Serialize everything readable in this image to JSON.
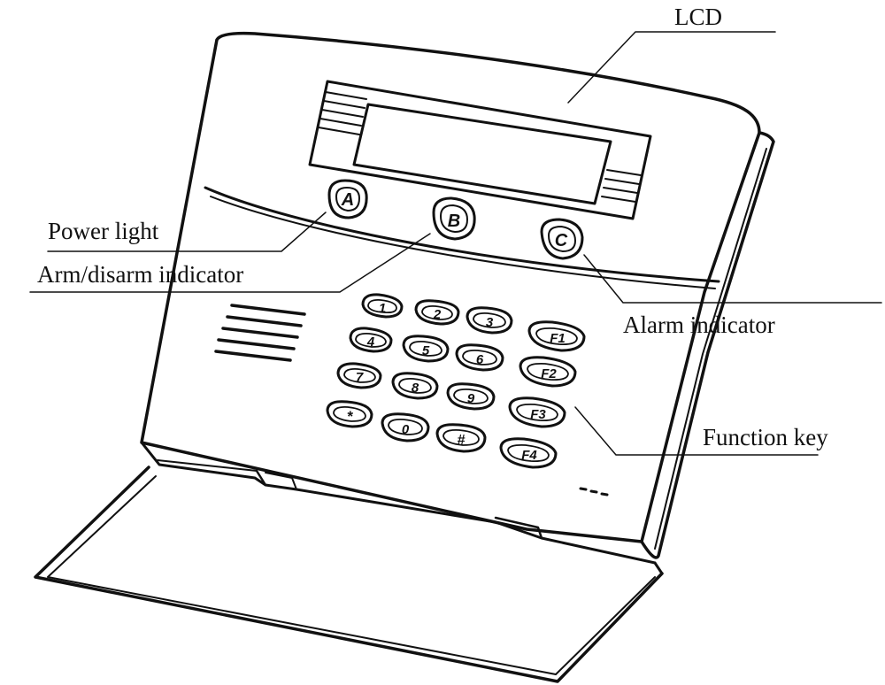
{
  "labels": {
    "lcd": "LCD",
    "power_light": "Power light",
    "arm_disarm": "Arm/disarm indicator",
    "alarm": "Alarm indicator",
    "function_key": "Function key"
  },
  "indicators": {
    "a": "A",
    "b": "B",
    "c": "C"
  },
  "keypad": {
    "k1": "1",
    "k2": "2",
    "k3": "3",
    "f1": "F1",
    "k4": "4",
    "k5": "5",
    "k6": "6",
    "f2": "F2",
    "k7": "7",
    "k8": "8",
    "k9": "9",
    "f3": "F3",
    "star": "*",
    "k0": "0",
    "hash": "#",
    "f4": "F4"
  },
  "colors": {
    "stroke": "#111111",
    "background": "#ffffff"
  }
}
